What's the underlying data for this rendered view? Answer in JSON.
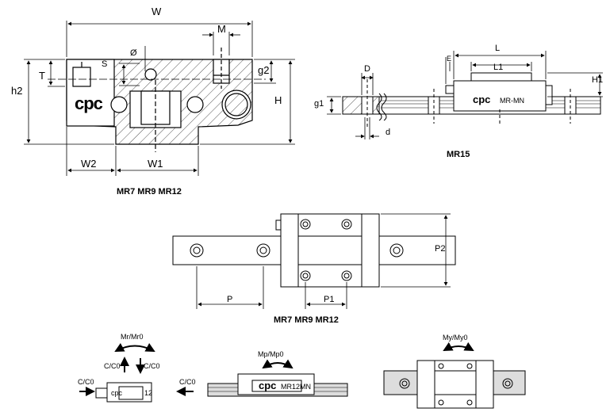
{
  "captions": {
    "cross_section": "MR7 MR9 MR12",
    "side_view": "MR15",
    "top_view": "MR7 MR9 MR12"
  },
  "cross_section": {
    "brand": "cpc",
    "dims": {
      "W": "W",
      "M": "M",
      "phi": "Ø",
      "S": "S",
      "T": "T",
      "h2": "h2",
      "g2": "g2",
      "H": "H",
      "W2": "W2",
      "W1": "W1"
    }
  },
  "side_view": {
    "brand": "cpc",
    "model": "MR-MN",
    "dims": {
      "D": "D",
      "d": "d",
      "g1": "g1",
      "L": "L",
      "L1": "L1",
      "E": "E",
      "H1": "H1"
    }
  },
  "top_view": {
    "dims": {
      "P": "P",
      "P1": "P1",
      "P2": "P2"
    }
  },
  "load_diagrams": {
    "Mr": "Mr/Mr0",
    "C_up": "C/C0",
    "C_down": "C/C0",
    "C_left": "C/C0",
    "C_right": "C/C0",
    "small_brand": "cpc",
    "small_model": "12",
    "Mp": "Mp/Mp0",
    "mp_brand": "cpc",
    "mp_model": "MR12MN",
    "My": "My/My0"
  }
}
